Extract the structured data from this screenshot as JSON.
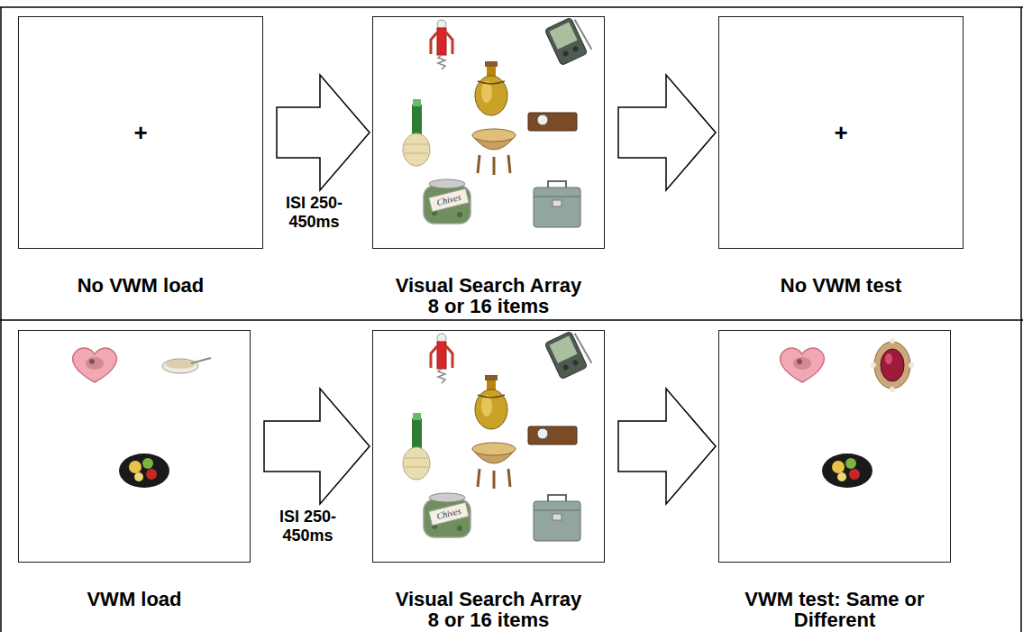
{
  "diagram": {
    "nodes": [
      {
        "text": [
          "+",
          "No VWM load"
        ]
      },
      {
        "text": [
          "Visual Search Array 8 or 16 items"
        ]
      },
      {
        "text": [
          "+",
          "No VWM test"
        ]
      },
      {
        "text": [
          "VWM load"
        ]
      },
      {
        "text": [
          "Visual Search Array 8 or 16 items"
        ]
      },
      {
        "text": [
          "VWM test: Same or Different"
        ]
      }
    ],
    "edges": [
      {
        "from": 0,
        "to": 1,
        "label": "ISI 250-450ms",
        "arrow": "to"
      },
      {
        "from": 1,
        "to": 2,
        "arrow": "to"
      },
      {
        "from": 3,
        "to": 4,
        "label": "ISI 250-450ms",
        "arrow": "to"
      },
      {
        "from": 4,
        "to": 5,
        "arrow": "to"
      }
    ],
    "labels": [
      "Chives",
      "Chives"
    ]
  }
}
